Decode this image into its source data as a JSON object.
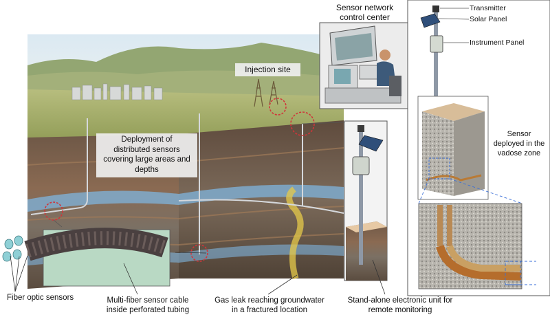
{
  "labels": {
    "control_center": [
      "Sensor network",
      "control center"
    ],
    "injection_site": "Injection site",
    "deployment": [
      "Deployment of",
      "distributed sensors",
      "covering large areas and",
      "depths"
    ],
    "fiber_optic": "Fiber optic sensors",
    "cable": [
      "Multi-fiber sensor cable",
      "inside perforated tubing"
    ],
    "gas_leak": [
      "Gas leak reaching groundwater",
      "in a fractured location"
    ],
    "standalone": [
      "Stand-alone electronic unit for",
      "remote monitoring"
    ],
    "transmitter": "Transmitter",
    "solar_panel": "Solar Panel",
    "instrument_panel": "Instrument Panel",
    "vadose": [
      "Sensor",
      "deployed in the",
      "vadose zone"
    ]
  },
  "colors": {
    "sky": "#cfe3ee",
    "grass": "#9fae63",
    "hills": "#8f9f6a",
    "soil_dark": "#5f4a3c",
    "soil_brown": "#8b5e3c",
    "soil_grey": "#8c8070",
    "aquifer": "#7fb4dd",
    "gas": "#e6c94a",
    "cable": "#4a4040",
    "inset_green": "#b9d9c4",
    "fiber": "#8fd0d6",
    "dash_red": "#d0353a",
    "dash_blue": "#3a6fd8",
    "pole": "#8e98a6"
  }
}
